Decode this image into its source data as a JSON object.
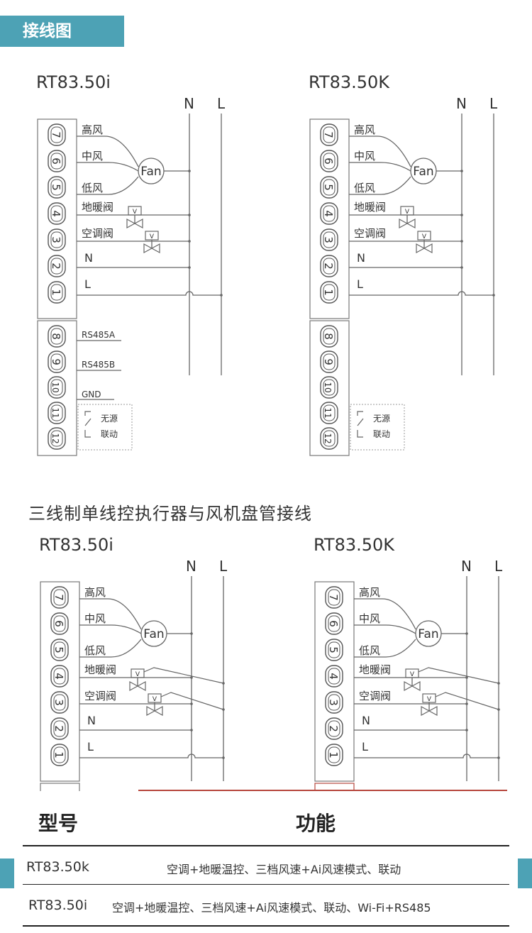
{
  "header": {
    "title": "接线图"
  },
  "section2": {
    "title": "三线制单线控执行器与风机盘管接线"
  },
  "diagrams": {
    "top_left_model": "RT83.50i",
    "top_right_model": "RT83.50K",
    "bottom_left_model": "RT83.50i",
    "bottom_right_model": "RT83.50K",
    "N": "N",
    "L": "L",
    "fan": "Fan",
    "high": "高风",
    "mid": "中风",
    "low": "低风",
    "floor": "地暖阀",
    "ac": "空调阀",
    "n_label": "N",
    "l_label": "L",
    "rs485a": "RS485A",
    "rs485b": "RS485B",
    "gnd": "GND",
    "dry1": "无源",
    "dry2": "联动",
    "terminals_a": [
      "7",
      "6",
      "5",
      "4",
      "3",
      "2",
      "1"
    ],
    "terminals_b": [
      "8",
      "9",
      "10",
      "11",
      "12"
    ]
  },
  "table": {
    "col_model": "型号",
    "col_func": "功能",
    "rows": [
      {
        "model": "RT83.50k",
        "func": "空调+地暖温控、三档风速+Ai风速模式、联动"
      },
      {
        "model": "RT83.50i",
        "func": "空调+地暖温控、三档风速+Ai风速模式、联动、Wi-Fi+RS485"
      }
    ]
  },
  "colors": {
    "accent": "#4da2b5",
    "line": "#666666"
  }
}
